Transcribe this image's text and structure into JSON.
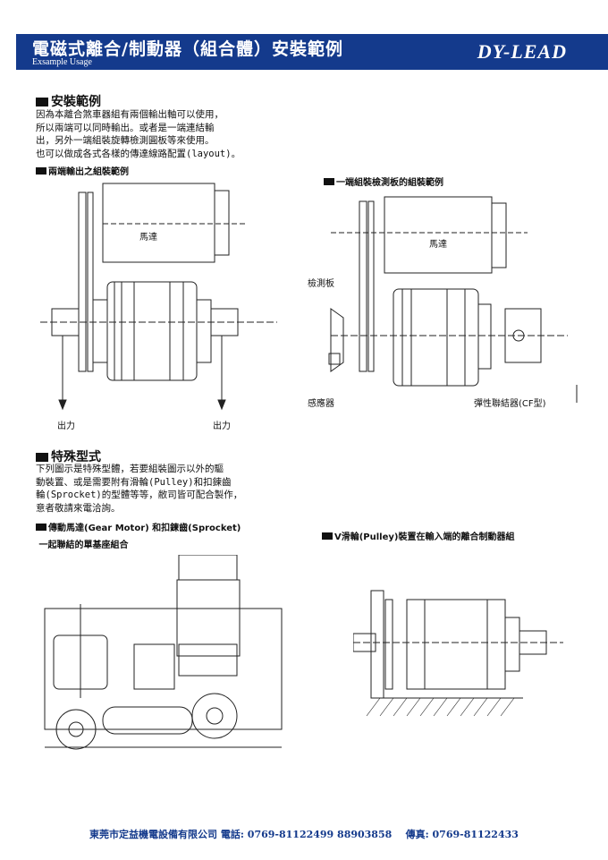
{
  "header": {
    "title": "電磁式離合/制動器（組合體）安裝範例",
    "subtitle": "Exsample Usage",
    "brand": "DY-LEAD"
  },
  "section1": {
    "title": "安裝範例",
    "text": "因為本離合煞車器組有兩個輸出軸可以使用，\n所以兩端可以同時輸出。或者是一端連結輸\n出，另外一端組裝旋轉檢測圓板等來使用。\n也可以做成各式各樣的傳達線路配置(layout)。",
    "fig1_caption": "兩端輸出之組裝範例",
    "fig2_caption": "一端組裝檢測板的組裝範例",
    "fig1_labels": {
      "motor": "馬達",
      "out_left": "出力",
      "out_right": "出力"
    },
    "fig2_labels": {
      "motor": "馬達",
      "plate": "檢測板",
      "sensor": "感應器",
      "coupling": "彈性聯結器(CF型)"
    }
  },
  "section2": {
    "title": "特殊型式",
    "text": "下列圖示是特殊型體，若要組裝圖示以外的驅\n動裝置、或是需要附有滑輪(Pulley)和扣鍊齒\n輪(Sprocket)的型體等等，敝司皆可配合製作，\n意者敬請來電洽詢。",
    "fig3_caption": "傳動馬達(Gear Motor) 和扣鍊齒(Sprocket)\n 一起聯結的單基座組合",
    "fig4_caption": "V滑輪(Pulley)裝置在輸入端的離合制動器組"
  },
  "footer": {
    "company": "東莞市定益機電設備有限公司",
    "phone_label": "電話:",
    "phone": "0769-81122499 88903858",
    "fax_label": "傳真:",
    "fax": "0769-81122433"
  },
  "colors": {
    "brand_blue": "#143a8c"
  }
}
